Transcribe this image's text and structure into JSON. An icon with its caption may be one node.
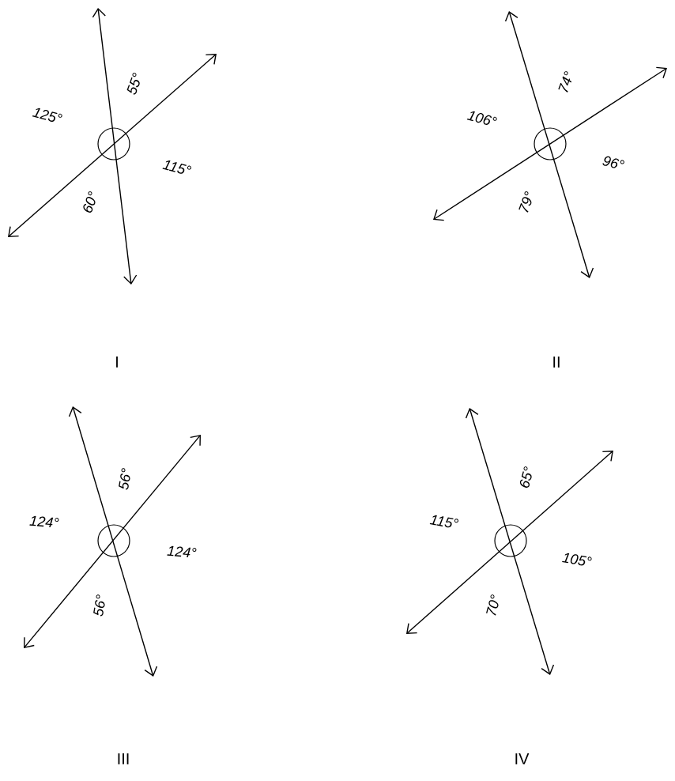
{
  "diagram": {
    "labels": [
      "55°",
      "125°",
      "115°",
      "60°",
      "I",
      "74°",
      "106°",
      "96°",
      "79°",
      "II",
      "56°",
      "124°",
      "124°",
      "56°",
      "III",
      "65°",
      "115°",
      "105°",
      "70°",
      "IV"
    ]
  }
}
